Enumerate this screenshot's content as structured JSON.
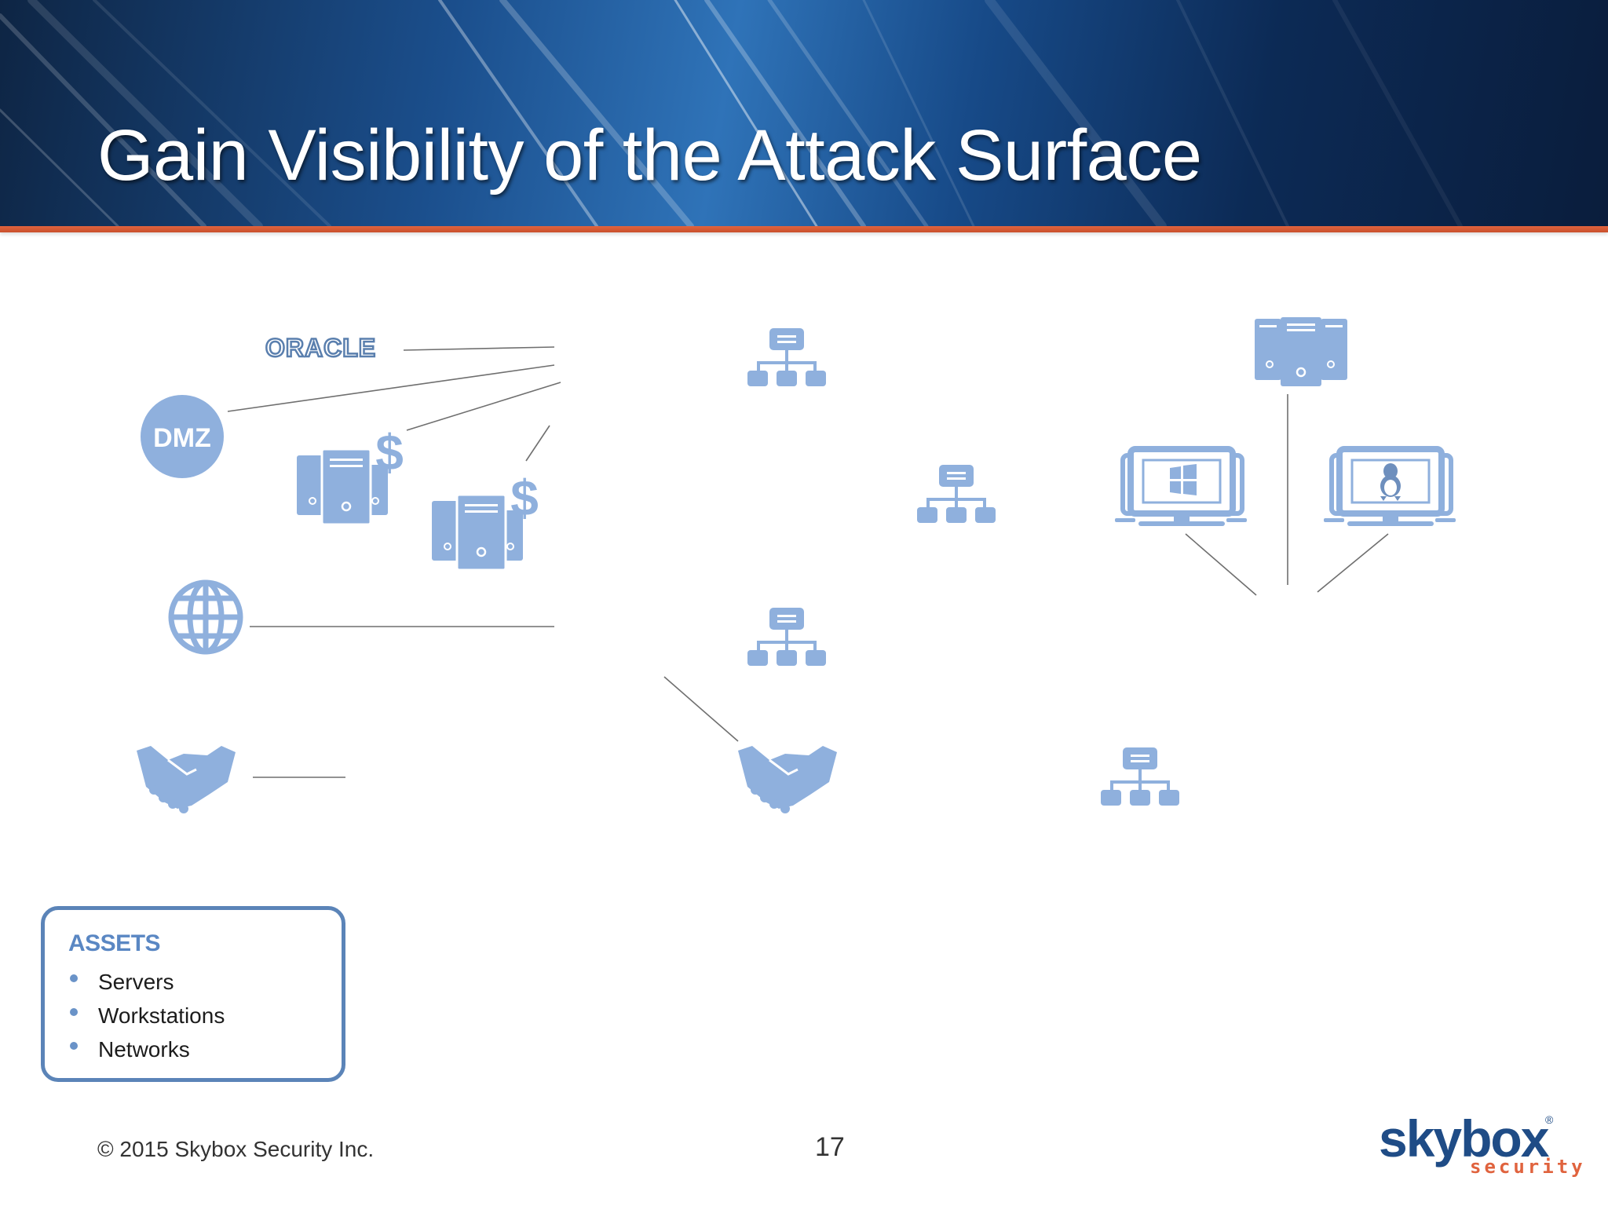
{
  "slide": {
    "title": "Gain Visibility of the Attack Surface",
    "footer_copyright": "© 2015 Skybox Security Inc.",
    "page_number": "17"
  },
  "colors": {
    "header_blue": "#1b4f8d",
    "accent_orange": "#e0633e",
    "icon_blue": "#8fb0dd",
    "box_border": "#5b84b8",
    "assets_title": "#5a87c3"
  },
  "diagram": {
    "oracle_label": "ORACLE",
    "dmz_label": "DMZ",
    "icons": [
      "oracle-logo",
      "dmz-badge",
      "server-dollar-icon",
      "server-dollar-icon",
      "globe-icon",
      "handshake-icon",
      "handshake-icon",
      "network-hierarchy-icon",
      "network-hierarchy-icon",
      "network-hierarchy-icon",
      "network-hierarchy-icon",
      "server-cluster-icon",
      "windows-workstation-icon",
      "linux-workstation-icon"
    ]
  },
  "assets": {
    "title": "ASSETS",
    "items": [
      "Servers",
      "Workstations",
      "Networks"
    ]
  },
  "logo": {
    "word": "skybox",
    "sub": "security",
    "reg_mark": "®"
  }
}
